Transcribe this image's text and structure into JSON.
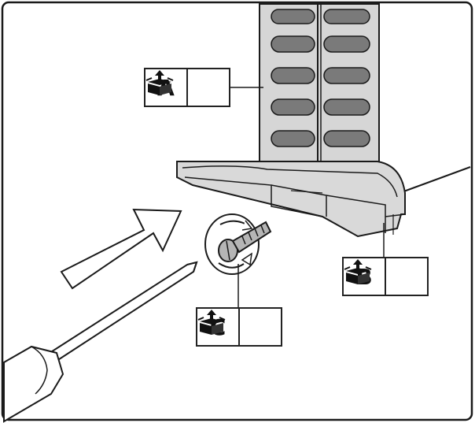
{
  "callouts": [
    {
      "id": "A",
      "icon": "unpack-box-icon"
    },
    {
      "id": "B",
      "icon": "unpack-box-icon"
    },
    {
      "id": "C",
      "icon": "unpack-box-icon"
    }
  ],
  "colors": {
    "line": "#1a1a1a",
    "grille": "#d6d6d6",
    "slot": "#7a7a7a",
    "foot": "#d9d9d9",
    "screw": "#b5b5b5"
  }
}
